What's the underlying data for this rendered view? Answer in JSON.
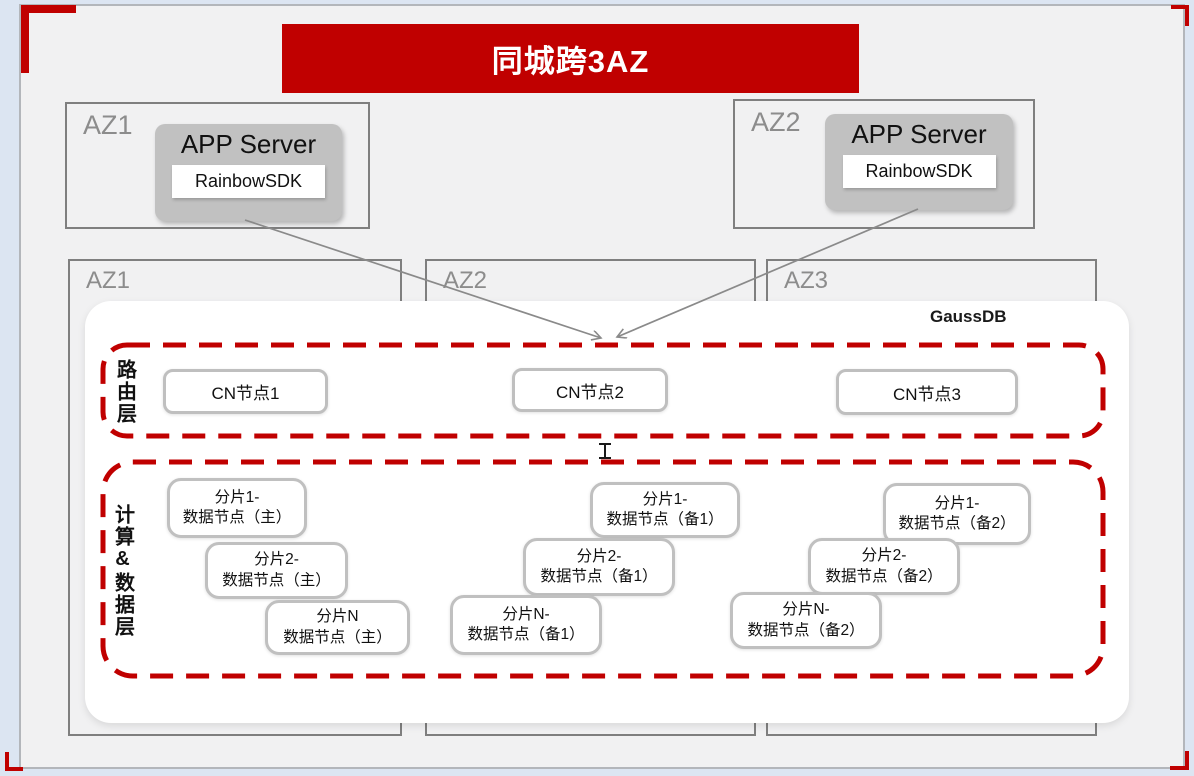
{
  "banner": {
    "title": "同城跨3AZ"
  },
  "top_zones": [
    {
      "label": "AZ1",
      "server_label": "APP Server",
      "sdk_label": "RainbowSDK"
    },
    {
      "label": "AZ2",
      "server_label": "APP Server",
      "sdk_label": "RainbowSDK"
    }
  ],
  "az_columns": [
    {
      "label": "AZ1"
    },
    {
      "label": "AZ2"
    },
    {
      "label": "AZ3"
    }
  ],
  "gaussdb": {
    "title": "GaussDB",
    "routing": {
      "label": "路由层",
      "nodes": [
        {
          "name": "CN节点1"
        },
        {
          "name": "CN节点2"
        },
        {
          "name": "CN节点3"
        }
      ]
    },
    "data_layer": {
      "label": "计算&数据层",
      "primary": [
        {
          "line1": "分片1-",
          "line2": "数据节点（主）"
        },
        {
          "line1": "分片2-",
          "line2": "数据节点（主）"
        },
        {
          "line1": "分片N",
          "line2": "数据节点（主）"
        }
      ],
      "standby1": [
        {
          "line1": "分片1-",
          "line2": "数据节点（备1）"
        },
        {
          "line1": "分片2-",
          "line2": "数据节点（备1）"
        },
        {
          "line1": "分片N-",
          "line2": "数据节点（备1）"
        }
      ],
      "standby2": [
        {
          "line1": "分片1-",
          "line2": "数据节点（备2）"
        },
        {
          "line1": "分片2-",
          "line2": "数据节点（备2）"
        },
        {
          "line1": "分片N-",
          "line2": "数据节点（备2）"
        }
      ]
    }
  },
  "colors": {
    "accent_red": "#c00000",
    "az_border_gray": "#7f7f7f",
    "server_fill_gray": "#c1c1c1",
    "node_border_silver": "#bfbfbf",
    "panel_bg": "#f1f1f2",
    "page_edge_blue": "#dce5f2"
  }
}
